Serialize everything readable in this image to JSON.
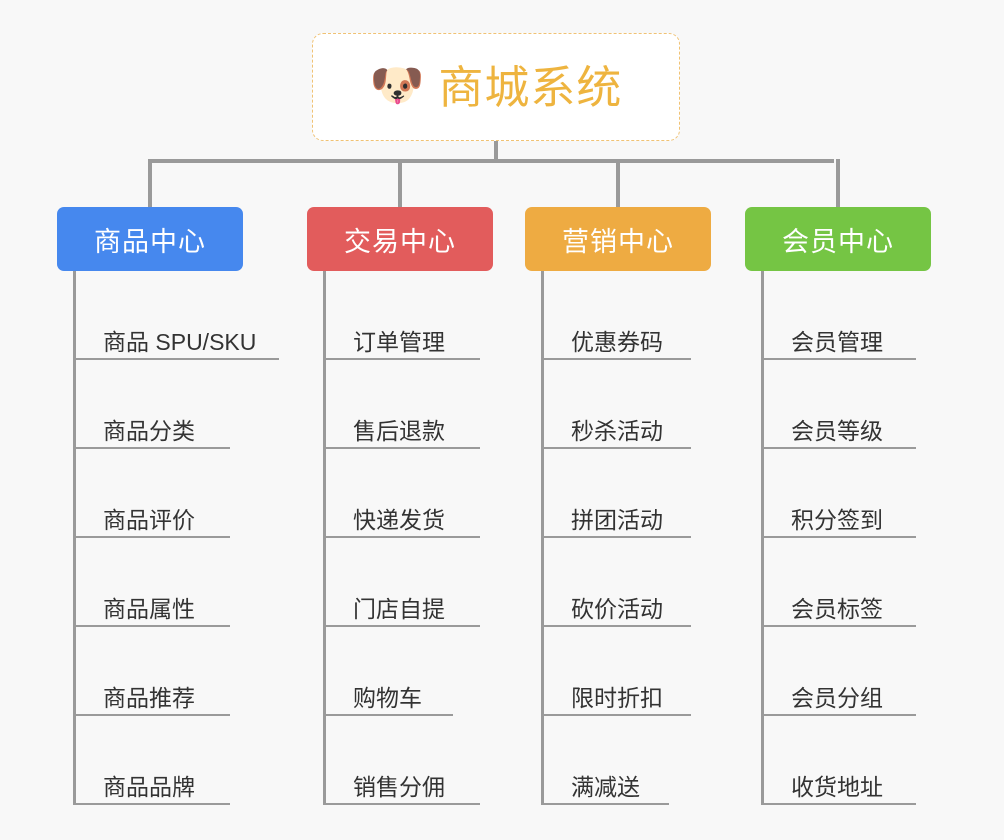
{
  "background_color": "#f8f8f8",
  "connector_color": "#9a9a9a",
  "root": {
    "icon": "dog-face-emoji",
    "icon_glyph": "🐶",
    "title": "商城系统",
    "title_color": "#eeb43f",
    "border_color": "#f0c274",
    "background": "#ffffff"
  },
  "columns": [
    {
      "id": "product-center",
      "title": "商品中心",
      "color": "#4688ee",
      "items": [
        {
          "label": "商品 SPU/SKU"
        },
        {
          "label": "商品分类"
        },
        {
          "label": "商品评价"
        },
        {
          "label": "商品属性"
        },
        {
          "label": "商品推荐"
        },
        {
          "label": "商品品牌"
        }
      ]
    },
    {
      "id": "trade-center",
      "title": "交易中心",
      "color": "#e25c5c",
      "items": [
        {
          "label": "订单管理"
        },
        {
          "label": "售后退款"
        },
        {
          "label": "快递发货"
        },
        {
          "label": "门店自提"
        },
        {
          "label": "购物车"
        },
        {
          "label": "销售分佣"
        }
      ]
    },
    {
      "id": "marketing-center",
      "title": "营销中心",
      "color": "#eeab42",
      "items": [
        {
          "label": "优惠券码"
        },
        {
          "label": "秒杀活动"
        },
        {
          "label": "拼团活动"
        },
        {
          "label": "砍价活动"
        },
        {
          "label": "限时折扣"
        },
        {
          "label": "满减送"
        }
      ]
    },
    {
      "id": "member-center",
      "title": "会员中心",
      "color": "#75c544",
      "items": [
        {
          "label": "会员管理"
        },
        {
          "label": "会员等级"
        },
        {
          "label": "积分签到"
        },
        {
          "label": "会员标签"
        },
        {
          "label": "会员分组"
        },
        {
          "label": "收货地址"
        }
      ]
    }
  ]
}
